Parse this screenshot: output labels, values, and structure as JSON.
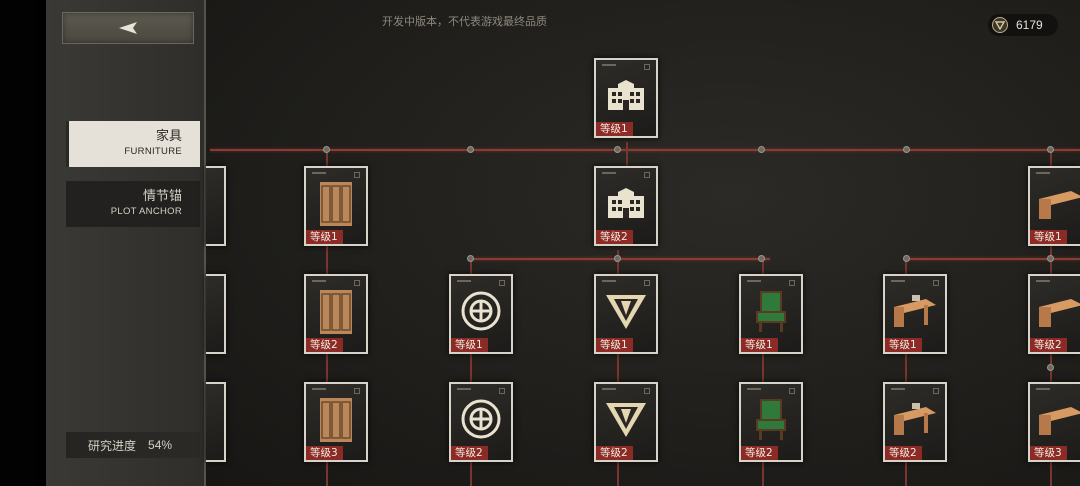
{
  "sidebar": {
    "categories": [
      {
        "zh": "家具",
        "en": "FURNITURE",
        "selected": true
      },
      {
        "zh": "情节锚",
        "en": "PLOT ANCHOR",
        "selected": false
      }
    ],
    "progress": {
      "label": "研究进度",
      "value": "54%"
    }
  },
  "header": {
    "dev_note": "开发中版本，不代表游戏最终品质",
    "currency": {
      "icon": "coin-icon",
      "amount": "6179"
    }
  },
  "nodes": {
    "top": {
      "icon": "building-icon",
      "level": "等级1"
    },
    "building2": {
      "icon": "building-icon",
      "level": "等级2"
    },
    "cabinet1": {
      "icon": "cabinet-icon",
      "level": "等级1"
    },
    "cabinet2": {
      "icon": "cabinet-icon",
      "level": "等级2"
    },
    "cabinet3": {
      "icon": "cabinet-icon",
      "level": "等级3"
    },
    "emblem1": {
      "icon": "circle-emblem-icon",
      "level": "等级1"
    },
    "emblem2": {
      "icon": "circle-emblem-icon",
      "level": "等级2"
    },
    "triangle1": {
      "icon": "triangle-emblem-icon",
      "level": "等级1"
    },
    "triangle2": {
      "icon": "triangle-emblem-icon",
      "level": "等级2"
    },
    "chair1": {
      "icon": "green-chair-icon",
      "level": "等级1"
    },
    "chair2": {
      "icon": "green-chair-icon",
      "level": "等级2"
    },
    "desk1": {
      "icon": "desk-icon",
      "level": "等级1"
    },
    "desk2": {
      "icon": "desk-icon",
      "level": "等级2"
    },
    "right1": {
      "icon": "table-icon",
      "level": "等级1"
    },
    "right2": {
      "icon": "table-icon",
      "level": "等级2"
    },
    "right3": {
      "icon": "table-icon",
      "level": "等级3"
    }
  },
  "colors": {
    "accent_red": "#8c2a25",
    "line_red": "#8a3b34",
    "selected_bg": "#e5e1d8"
  }
}
